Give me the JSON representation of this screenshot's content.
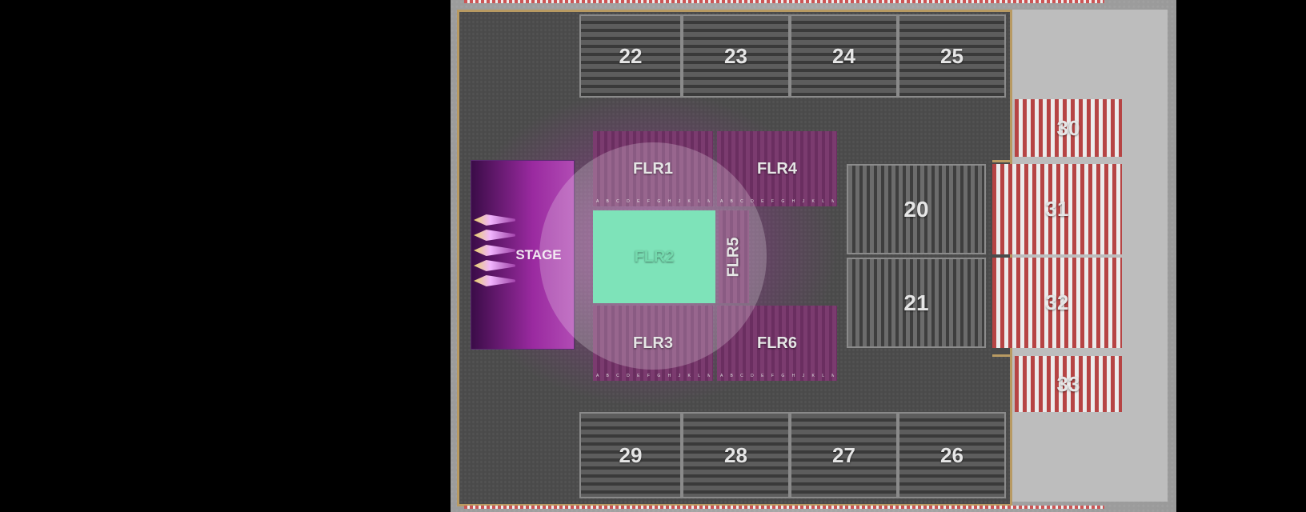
{
  "venue": {
    "stage_label": "STAGE",
    "riser_sections": [
      "22",
      "23",
      "24",
      "25",
      "29",
      "28",
      "27",
      "26"
    ],
    "stand_sections": [
      "20",
      "21"
    ],
    "wing_sections": [
      "30",
      "31",
      "32",
      "33"
    ],
    "floor_sections": [
      "FLR1",
      "FLR4",
      "FLR2",
      "FLR5",
      "FLR3",
      "FLR6"
    ],
    "selected_section": "FLR2",
    "row_letters": "A B C D E F G H J K L M"
  },
  "colors": {
    "selected": "#5adca6",
    "floor": "#7b3b6f",
    "stage": "#9a2aa0",
    "red_seat": "#b64444"
  }
}
